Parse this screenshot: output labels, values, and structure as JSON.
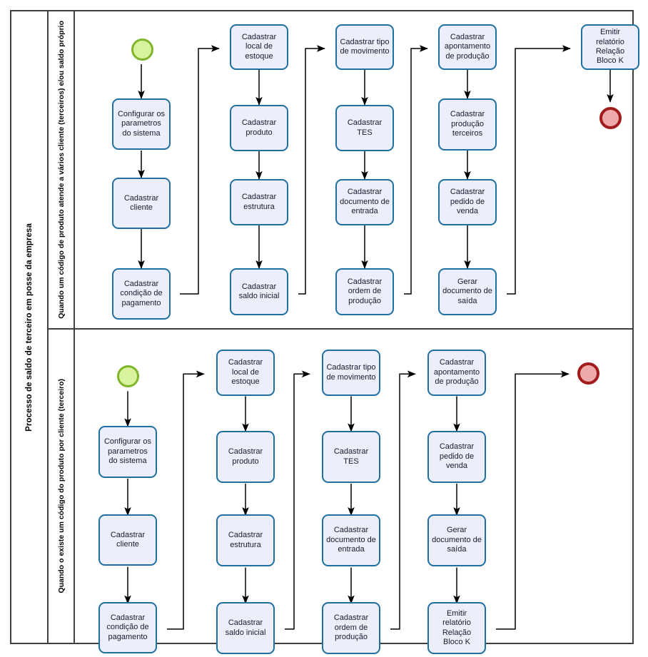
{
  "pool": {
    "title": "Processo de saldo de terceiro em posse da empresa"
  },
  "lanes": [
    {
      "id": "lane-1",
      "label": "Quando um código de produto atende a vários cliente (terceiros) e/ou saldo próprio",
      "start_event": {
        "name": "start-event",
        "type": "start"
      },
      "end_event": {
        "name": "end-event",
        "type": "end"
      },
      "columns": [
        {
          "name": "column-1",
          "nodes": [
            "Configurar os parametros do sistema",
            "Cadastrar cliente",
            "Cadastrar condição de pagamento"
          ]
        },
        {
          "name": "column-2",
          "nodes": [
            "Cadastrar local de estoque",
            "Cadastrar produto",
            "Cadastrar estrutura",
            "Cadastrar saldo inicial"
          ]
        },
        {
          "name": "column-3",
          "nodes": [
            "Cadastrar tipo de movimento",
            "Cadastrar TES",
            "Cadastrar documento de entrada",
            "Cadastrar ordem de produção"
          ]
        },
        {
          "name": "column-4",
          "nodes": [
            "Cadastrar apontamento de produção",
            "Cadastrar produção terceiros",
            "Cadastrar pedido de venda",
            "Gerar documento de saída"
          ]
        },
        {
          "name": "column-5",
          "nodes": [
            "Emitir relatório Relação Bloco K"
          ]
        }
      ]
    },
    {
      "id": "lane-2",
      "label": "Quando o existe um código do produto por cliente (terceiro)",
      "start_event": {
        "name": "start-event",
        "type": "start"
      },
      "end_event": {
        "name": "end-event",
        "type": "end"
      },
      "columns": [
        {
          "name": "column-1",
          "nodes": [
            "Configurar os parametros do sistema",
            "Cadastrar cliente",
            "Cadastrar condição de pagamento"
          ]
        },
        {
          "name": "column-2",
          "nodes": [
            "Cadastrar local de estoque",
            "Cadastrar produto",
            "Cadastrar estrutura",
            "Cadastrar saldo inicial"
          ]
        },
        {
          "name": "column-3",
          "nodes": [
            "Cadastrar tipo de movimento",
            "Cadastrar TES",
            "Cadastrar documento de entrada",
            "Cadastrar ordem de produção"
          ]
        },
        {
          "name": "column-4",
          "nodes": [
            "Cadastrar apontamento de produção",
            "Cadastrar pedido de venda",
            "Gerar documento de saída",
            "Emitir relatório Relação Bloco K"
          ]
        }
      ]
    }
  ],
  "colors": {
    "node_fill": "#eceefb",
    "node_border": "#1f6fa0",
    "start_fill": "#d9f29e",
    "start_border": "#7fb52a",
    "end_fill": "#eeaaaa",
    "end_border": "#a11b1b",
    "frame": "#404040",
    "connector": "#000000"
  }
}
